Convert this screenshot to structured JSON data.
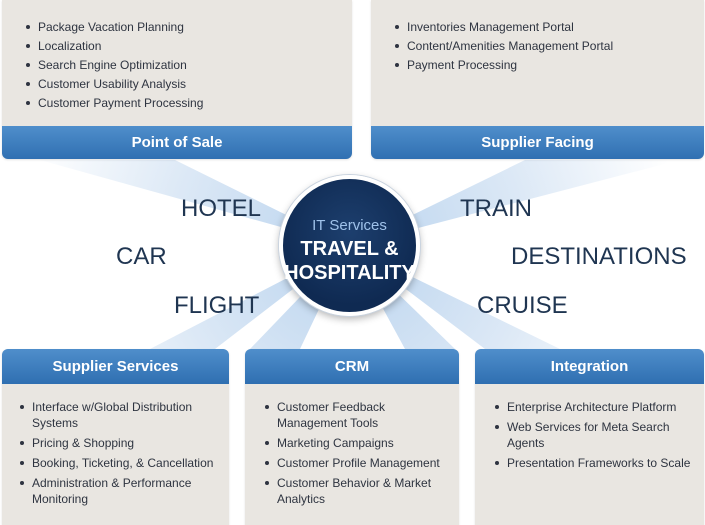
{
  "colors": {
    "card_background": "#e9e6e1",
    "bar_blue": "#3a7bbf",
    "hub_navy": "#12305c",
    "ray_blue": "#cfe1f3",
    "text_dark": "#1f3551"
  },
  "top": {
    "point_of_sale": {
      "title": "Point of Sale",
      "items": [
        "Package Vacation Planning",
        "Localization",
        "Search Engine Optimization",
        "Customer Usability Analysis",
        "Customer Payment Processing"
      ]
    },
    "supplier_facing": {
      "title": "Supplier Facing",
      "items": [
        "Inventories Management Portal",
        "Content/Amenities Management Portal",
        "Payment Processing"
      ]
    }
  },
  "hub": {
    "subtitle": "IT Services",
    "title_line1": "TRAVEL &",
    "title_line2": "HOSPITALITY"
  },
  "segments": {
    "hotel": "HOTEL",
    "car": "CAR",
    "flight": "FLIGHT",
    "train": "TRAIN",
    "destinations": "DESTINATIONS",
    "cruise": "CRUISE"
  },
  "bottom": {
    "supplier_services": {
      "title": "Supplier Services",
      "items": [
        "Interface w/Global Distribution Systems",
        "Pricing & Shopping",
        "Booking, Ticketing, & Cancellation",
        "Administration & Performance Monitoring"
      ]
    },
    "crm": {
      "title": "CRM",
      "items": [
        "Customer Feedback Management Tools",
        "Marketing Campaigns",
        "Customer Profile Management",
        "Customer Behavior & Market Analytics"
      ]
    },
    "integration": {
      "title": "Integration",
      "items": [
        "Enterprise Architecture Platform",
        "Web Services for Meta Search Agents",
        "Presentation Frameworks to Scale"
      ]
    }
  }
}
